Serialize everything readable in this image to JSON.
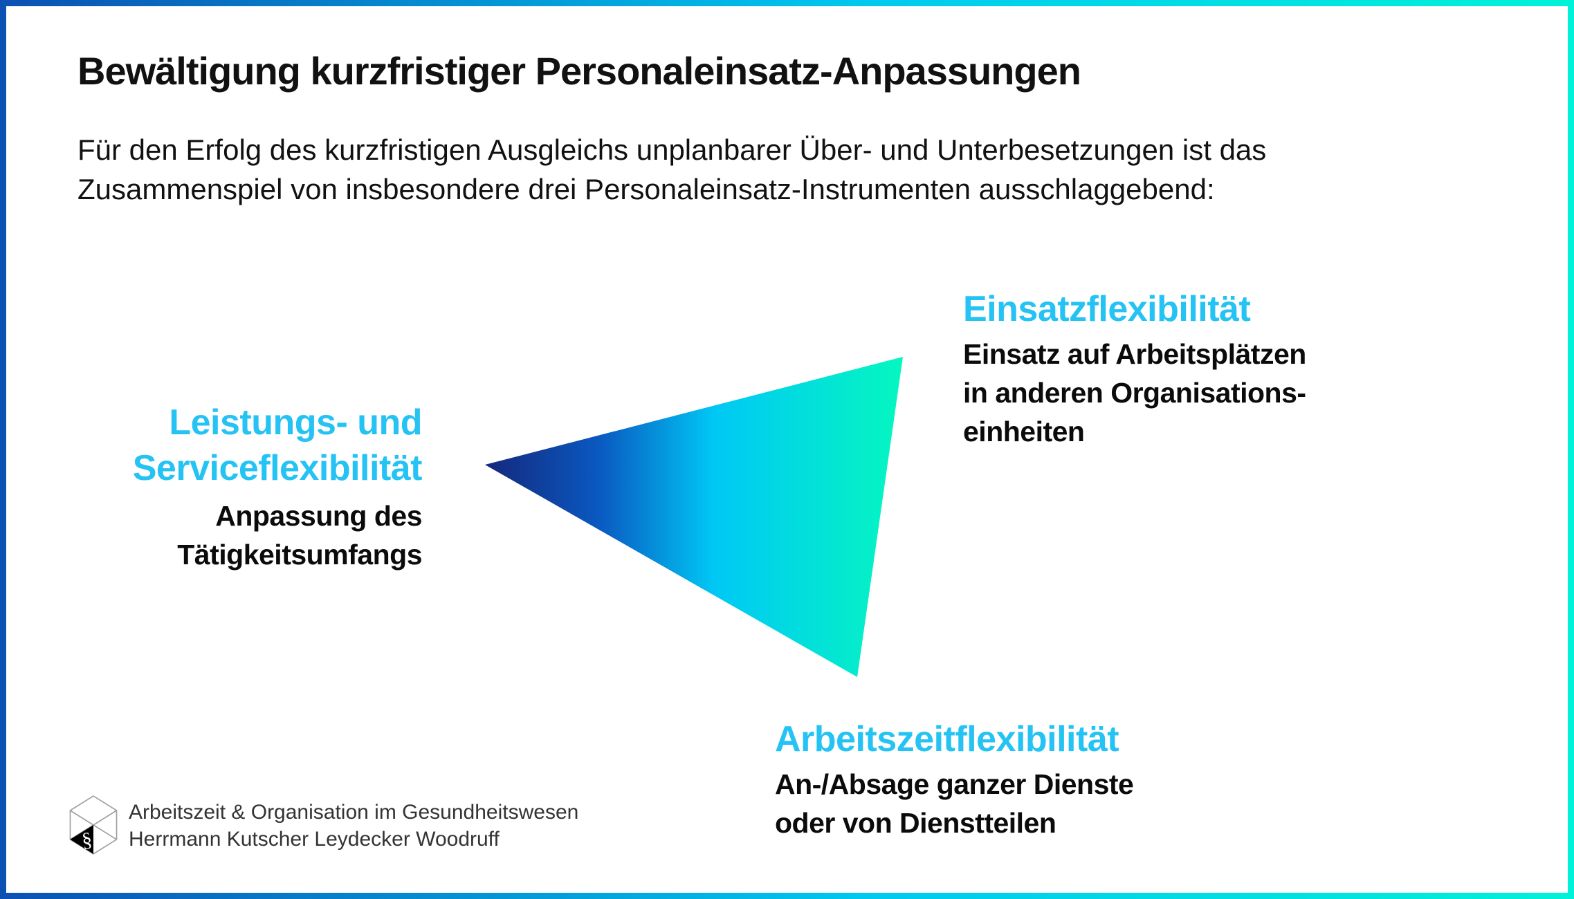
{
  "slide": {
    "title": "Bewältigung kurzfristiger Personaleinsatz-Anpassungen",
    "intro_line1": "Für den Erfolg des kurzfristigen Ausgleichs unplanbarer Über- und Unterbesetzungen ist das",
    "intro_line2": "Zusammenspiel von insbesondere drei Personaleinsatz-Instrumenten ausschlaggebend:"
  },
  "labels": {
    "left": {
      "title_line1": "Leistungs- und",
      "title_line2": "Serviceflexibilität",
      "desc_line1": "Anpassung des",
      "desc_line2": "Tätigkeitsumfangs"
    },
    "right": {
      "title": "Einsatzflexibilität",
      "desc_line1": "Einsatz auf Arbeitsplätzen",
      "desc_line2": "in anderen Organisations-",
      "desc_line3": "einheiten"
    },
    "bottom": {
      "title": "Arbeitszeitflexibilität",
      "desc_line1": "An-/Absage ganzer Dienste",
      "desc_line2": "oder von Dienstteilen"
    }
  },
  "footer": {
    "logo_icon": "cube-paragraph-logo",
    "logo_symbol": "§",
    "line1": "Arbeitszeit & Organisation im Gesundheitswesen",
    "line2": "Herrmann Kutscher Leydecker Woodruff"
  },
  "colors": {
    "accent_cyan_heading": "#25c3f3",
    "border_gradient_start": "#0b51b3",
    "border_gradient_mid": "#00c9ef",
    "border_gradient_end": "#00f2d8",
    "triangle_navy": "#14287c",
    "triangle_blue": "#0a58c0",
    "triangle_cyan": "#00c8f5",
    "triangle_mint": "#05f7c0",
    "text_black": "#111111",
    "footer_text": "#333333"
  }
}
